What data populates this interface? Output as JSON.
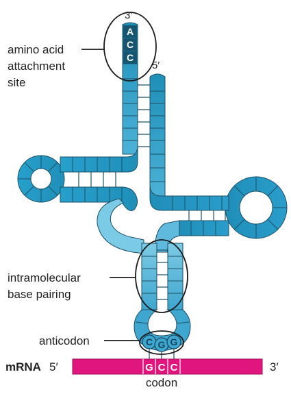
{
  "labels": {
    "amino_acid_line1": "amino acid",
    "amino_acid_line2": "attachment",
    "amino_acid_line3": "site",
    "intramolecular_line1": "intramolecular",
    "intramolecular_line2": "base pairing",
    "anticodon": "anticodon",
    "codon": "codon",
    "mrna": "mRNA",
    "mrna_five_prime": "5′",
    "mrna_three_prime": "3′",
    "trna_three_prime": "3′",
    "trna_five_prime": "5′"
  },
  "acceptor_bases": [
    "A",
    "C",
    "C"
  ],
  "anticodon_bases": [
    "C",
    "G",
    "G"
  ],
  "codon_bases": [
    "G",
    "C",
    "C"
  ],
  "colors": {
    "strand_dark": "#1f8fb8",
    "strand_light": "#6cc4e0",
    "strand_stroke": "#1d4f66",
    "acceptor_fill": "#15556f",
    "mrna": "#e0157d",
    "outline": "#1a1a1a"
  }
}
